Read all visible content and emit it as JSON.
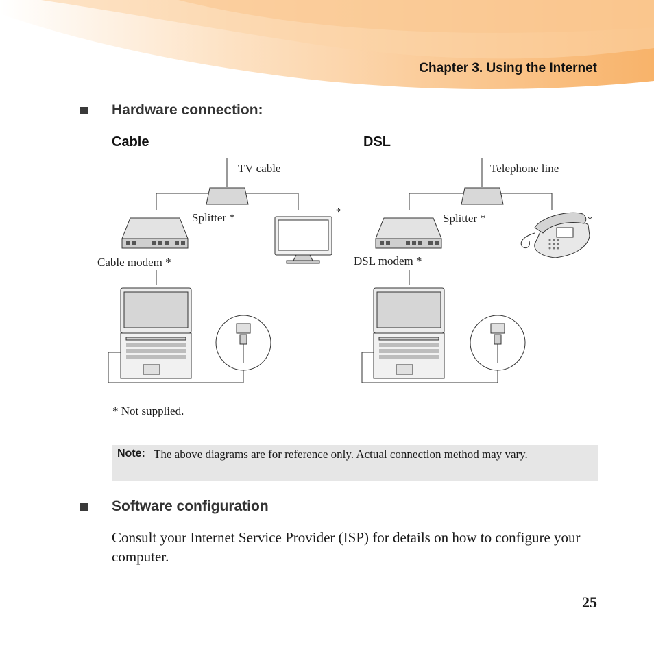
{
  "header": {
    "chapter_title": "Chapter 3. Using the Internet"
  },
  "hardware": {
    "heading": "Hardware connection:",
    "cable": {
      "title": "Cable",
      "tv_cable": "TV cable",
      "splitter": "Splitter *",
      "cable_modem": "Cable modem *",
      "monitor_mark": "*"
    },
    "dsl": {
      "title": "DSL",
      "telephone_line": "Telephone line",
      "splitter": "Splitter *",
      "dsl_modem": "DSL modem *",
      "phone_mark": "*"
    },
    "footnote": "* Not supplied."
  },
  "note": {
    "label": "Note:",
    "text": "The above diagrams are for reference only. Actual connection method may vary."
  },
  "software": {
    "heading": "Software configuration",
    "body": "Consult your Internet Service Provider (ISP) for details on how to configure your computer."
  },
  "page_number": "25",
  "colors": {
    "banner_orange": "#f7b26a",
    "note_bg": "#e6e6e6",
    "device_gray": "#d0d0d0"
  }
}
